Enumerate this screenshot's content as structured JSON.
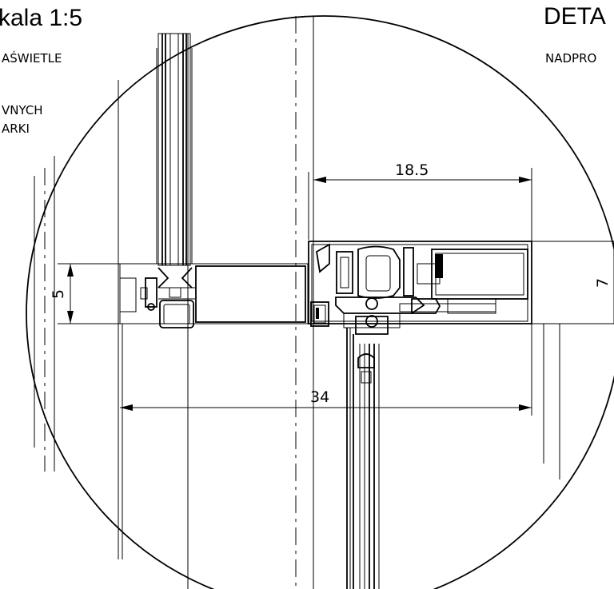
{
  "titles": {
    "scale": "kala 1:5",
    "detail": "DETA"
  },
  "notes": {
    "left_line1": "AŚWIETLE",
    "left_line2": "VNYCH",
    "left_line3": "ARKI",
    "right_line1": "NADPRO"
  },
  "dimensions": {
    "top": "18.5",
    "left_vertical": "5",
    "bottom": "34",
    "right_vertical": "7"
  }
}
